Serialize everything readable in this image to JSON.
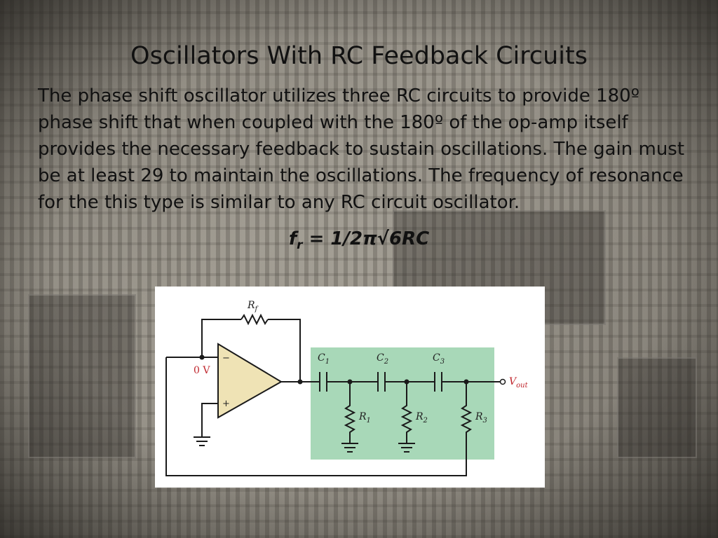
{
  "slide": {
    "title": "Oscillators With RC Feedback Circuits",
    "body": "The phase shift oscillator utilizes three RC circuits to provide 180º phase shift that when coupled with the 180º of the op-amp itself provides the necessary feedback to sustain oscillations. The gain must be at least 29 to maintain the oscillations. The frequency of resonance for the this type is similar to any RC circuit oscillator.",
    "formula": {
      "lhs": "f",
      "lhs_sub": "r",
      "rhs": " = 1/2π√6RC"
    }
  },
  "circuit": {
    "rf": {
      "main": "R",
      "sub": "f"
    },
    "zero_v": "0 V",
    "minus": "−",
    "plus": "+",
    "c1": {
      "main": "C",
      "sub": "1"
    },
    "c2": {
      "main": "C",
      "sub": "2"
    },
    "c3": {
      "main": "C",
      "sub": "3"
    },
    "r1": {
      "main": "R",
      "sub": "1"
    },
    "r2": {
      "main": "R",
      "sub": "2"
    },
    "r3": {
      "main": "R",
      "sub": "3"
    },
    "vout": {
      "main": "V",
      "sub": "out"
    }
  },
  "colors": {
    "opamp_fill": "#efe3b5",
    "network_fill": "#a8d8b8",
    "wire": "#1a1a1a",
    "label_red": "#c0262d"
  }
}
